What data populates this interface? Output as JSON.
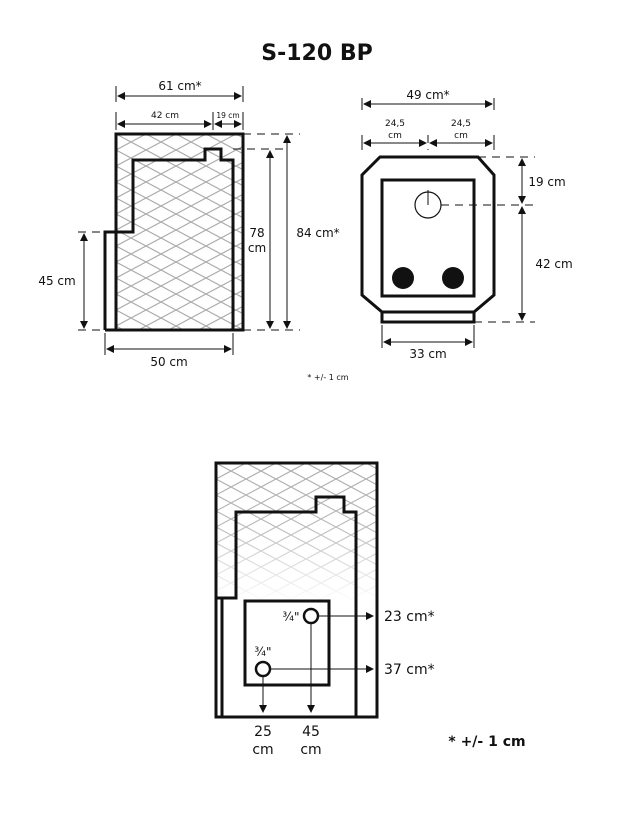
{
  "title": "S-120 BP",
  "side_view": {
    "total_width": "61 cm*",
    "front_width": "42 cm",
    "rear_width": "19 cm",
    "inner_height_value": "78",
    "inner_height_unit": "cm",
    "total_height": "84 cm*",
    "step_height": "45 cm",
    "base_width": "50 cm",
    "footnote": "* +/- 1 cm"
  },
  "front_view": {
    "total_width": "49 cm*",
    "half_left_value": "24,5",
    "half_left_unit": "cm",
    "half_right_value": "24,5",
    "half_right_unit": "cm",
    "top_offset": "19 cm",
    "lower_height": "42 cm",
    "base_width": "33 cm"
  },
  "rear_view": {
    "pipe_upper_size": "¾\"",
    "pipe_lower_size": "¾\"",
    "pipe_upper_height": "23 cm*",
    "pipe_lower_height": "37 cm*",
    "pipe_lower_x_value": "25",
    "pipe_lower_x_unit": "cm",
    "pipe_upper_x_value": "45",
    "pipe_upper_x_unit": "cm",
    "footnote": "* +/- 1 cm"
  }
}
